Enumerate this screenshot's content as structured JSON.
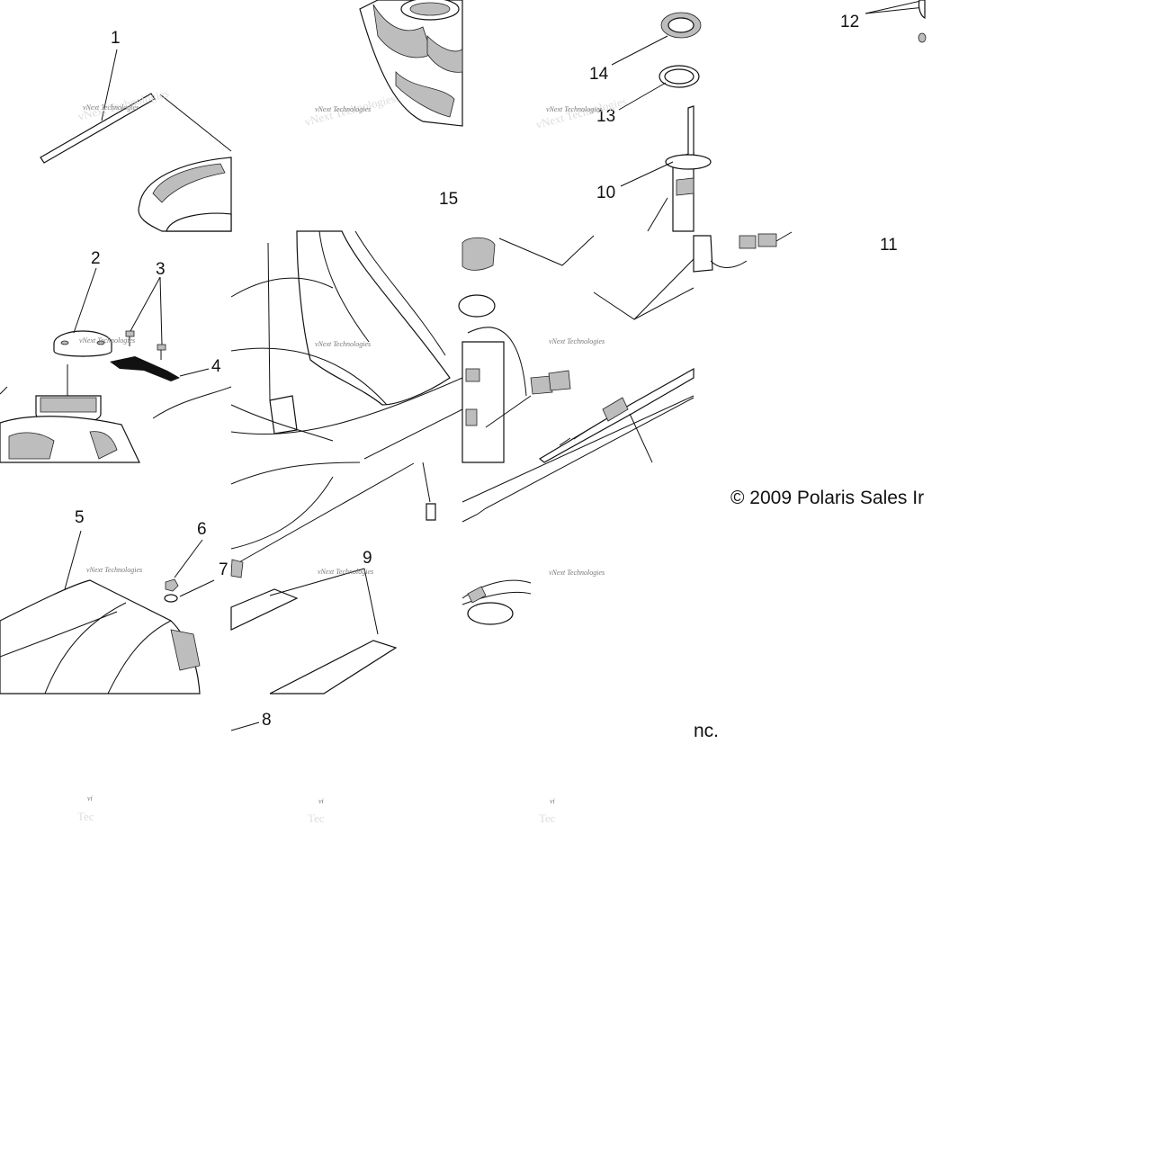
{
  "callouts": {
    "c1": "1",
    "c2": "2",
    "c3": "3",
    "c4": "4",
    "c5": "5",
    "c6": "6",
    "c7": "7",
    "c8": "8",
    "c9": "9",
    "c10": "10",
    "c11": "11",
    "c12": "12",
    "c13": "13",
    "c14": "14",
    "c15": "15"
  },
  "watermark": {
    "text": "vNext Technologies",
    "fragment": "vi",
    "fragment2": "Tec"
  },
  "copyright": {
    "line": "© 2009 Polaris Sales Ir",
    "tail": "nc."
  }
}
